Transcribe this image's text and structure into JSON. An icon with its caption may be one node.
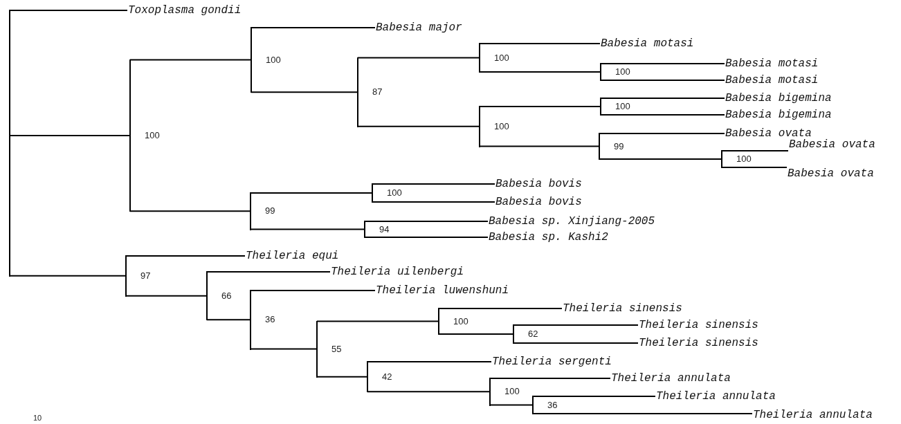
{
  "diagram": {
    "nodes": [
      {
        "text": [],
        "shape": "bar"
      },
      {
        "text": [
          "Toxoplasma gondii"
        ]
      },
      {
        "text": [
          "100"
        ]
      },
      {
        "text": [
          "100"
        ]
      },
      {
        "text": [
          "Babesia major"
        ]
      },
      {
        "text": [
          "87"
        ]
      },
      {
        "text": [
          "100"
        ]
      },
      {
        "text": [
          "Babesia motasi"
        ]
      },
      {
        "text": [
          "100"
        ]
      },
      {
        "text": [
          "Babesia motasi"
        ]
      },
      {
        "text": [
          "Babesia motasi"
        ]
      },
      {
        "text": [
          "100"
        ]
      },
      {
        "text": [
          "100"
        ]
      },
      {
        "text": [
          "Babesia bigemina"
        ]
      },
      {
        "text": [
          "Babesia bigemina"
        ]
      },
      {
        "text": [
          "99"
        ]
      },
      {
        "text": [
          "Babesia ovata"
        ]
      },
      {
        "text": [
          "100"
        ]
      },
      {
        "text": [
          "Babesia ovata"
        ]
      },
      {
        "text": [
          "Babesia ovata"
        ]
      },
      {
        "text": [
          "99"
        ]
      },
      {
        "text": [
          "100"
        ]
      },
      {
        "text": [
          "Babesia bovis"
        ]
      },
      {
        "text": [
          "Babesia bovis"
        ]
      },
      {
        "text": [
          "94"
        ]
      },
      {
        "text": [
          "Babesia sp. Xinjiang-2005"
        ]
      },
      {
        "text": [
          "Babesia sp. Kashi2"
        ]
      },
      {
        "text": [
          "97"
        ]
      },
      {
        "text": [
          "Theileria equi"
        ]
      },
      {
        "text": [
          "66"
        ]
      },
      {
        "text": [
          "Theileria uilenbergi"
        ]
      },
      {
        "text": [
          "36"
        ]
      },
      {
        "text": [
          "Theileria luwenshuni"
        ]
      },
      {
        "text": [
          "55"
        ]
      },
      {
        "text": [
          "100"
        ]
      },
      {
        "text": [
          "Theileria sinensis"
        ]
      },
      {
        "text": [
          "62"
        ]
      },
      {
        "text": [
          "Theileria sinensis"
        ]
      },
      {
        "text": [
          "Theileria sinensis"
        ]
      },
      {
        "text": [
          "42"
        ]
      },
      {
        "text": [
          "Theileria sergenti"
        ]
      },
      {
        "text": [
          "100"
        ]
      },
      {
        "text": [
          "Theileria annulata"
        ]
      },
      {
        "text": [
          "36"
        ]
      },
      {
        "text": [
          "Theileria annulata"
        ]
      },
      {
        "text": [
          "Theileria annulata"
        ]
      }
    ],
    "edges": [
      {
        "from": 0,
        "to": 1,
        "arrow": "none"
      },
      {
        "from": 0,
        "to": 2,
        "arrow": "none"
      },
      {
        "from": 2,
        "to": 3,
        "arrow": "none"
      },
      {
        "from": 3,
        "to": 4,
        "arrow": "none"
      },
      {
        "from": 3,
        "to": 5,
        "arrow": "none"
      },
      {
        "from": 5,
        "to": 6,
        "arrow": "none"
      },
      {
        "from": 6,
        "to": 7,
        "arrow": "none"
      },
      {
        "from": 6,
        "to": 8,
        "arrow": "none"
      },
      {
        "from": 8,
        "to": 9,
        "arrow": "none"
      },
      {
        "from": 8,
        "to": 10,
        "arrow": "none"
      },
      {
        "from": 5,
        "to": 11,
        "arrow": "none"
      },
      {
        "from": 11,
        "to": 12,
        "arrow": "none"
      },
      {
        "from": 12,
        "to": 13,
        "arrow": "none"
      },
      {
        "from": 12,
        "to": 14,
        "arrow": "none"
      },
      {
        "from": 11,
        "to": 15,
        "arrow": "none"
      },
      {
        "from": 15,
        "to": 16,
        "arrow": "none"
      },
      {
        "from": 15,
        "to": 17,
        "arrow": "none"
      },
      {
        "from": 17,
        "to": 18,
        "arrow": "none"
      },
      {
        "from": 17,
        "to": 19,
        "arrow": "none"
      },
      {
        "from": 2,
        "to": 20,
        "arrow": "none"
      },
      {
        "from": 20,
        "to": 21,
        "arrow": "none"
      },
      {
        "from": 21,
        "to": 22,
        "arrow": "none"
      },
      {
        "from": 21,
        "to": 23,
        "arrow": "none"
      },
      {
        "from": 20,
        "to": 24,
        "arrow": "none"
      },
      {
        "from": 24,
        "to": 25,
        "arrow": "none"
      },
      {
        "from": 24,
        "to": 26,
        "arrow": "none"
      },
      {
        "from": 0,
        "to": 27,
        "arrow": "none"
      },
      {
        "from": 27,
        "to": 28,
        "arrow": "none"
      },
      {
        "from": 27,
        "to": 29,
        "arrow": "none"
      },
      {
        "from": 29,
        "to": 30,
        "arrow": "none"
      },
      {
        "from": 29,
        "to": 31,
        "arrow": "none"
      },
      {
        "from": 31,
        "to": 32,
        "arrow": "none"
      },
      {
        "from": 31,
        "to": 33,
        "arrow": "none"
      },
      {
        "from": 33,
        "to": 34,
        "arrow": "none"
      },
      {
        "from": 34,
        "to": 35,
        "arrow": "none"
      },
      {
        "from": 34,
        "to": 36,
        "arrow": "none"
      },
      {
        "from": 36,
        "to": 37,
        "arrow": "none"
      },
      {
        "from": 36,
        "to": 38,
        "arrow": "none"
      },
      {
        "from": 33,
        "to": 39,
        "arrow": "none"
      },
      {
        "from": 39,
        "to": 40,
        "arrow": "none"
      },
      {
        "from": 39,
        "to": 41,
        "arrow": "none"
      },
      {
        "from": 41,
        "to": 42,
        "arrow": "none"
      },
      {
        "from": 41,
        "to": 43,
        "arrow": "none"
      },
      {
        "from": 43,
        "to": 44,
        "arrow": "none"
      },
      {
        "from": 43,
        "to": 45,
        "arrow": "none"
      }
    ],
    "labels": [
      "10"
    ]
  }
}
